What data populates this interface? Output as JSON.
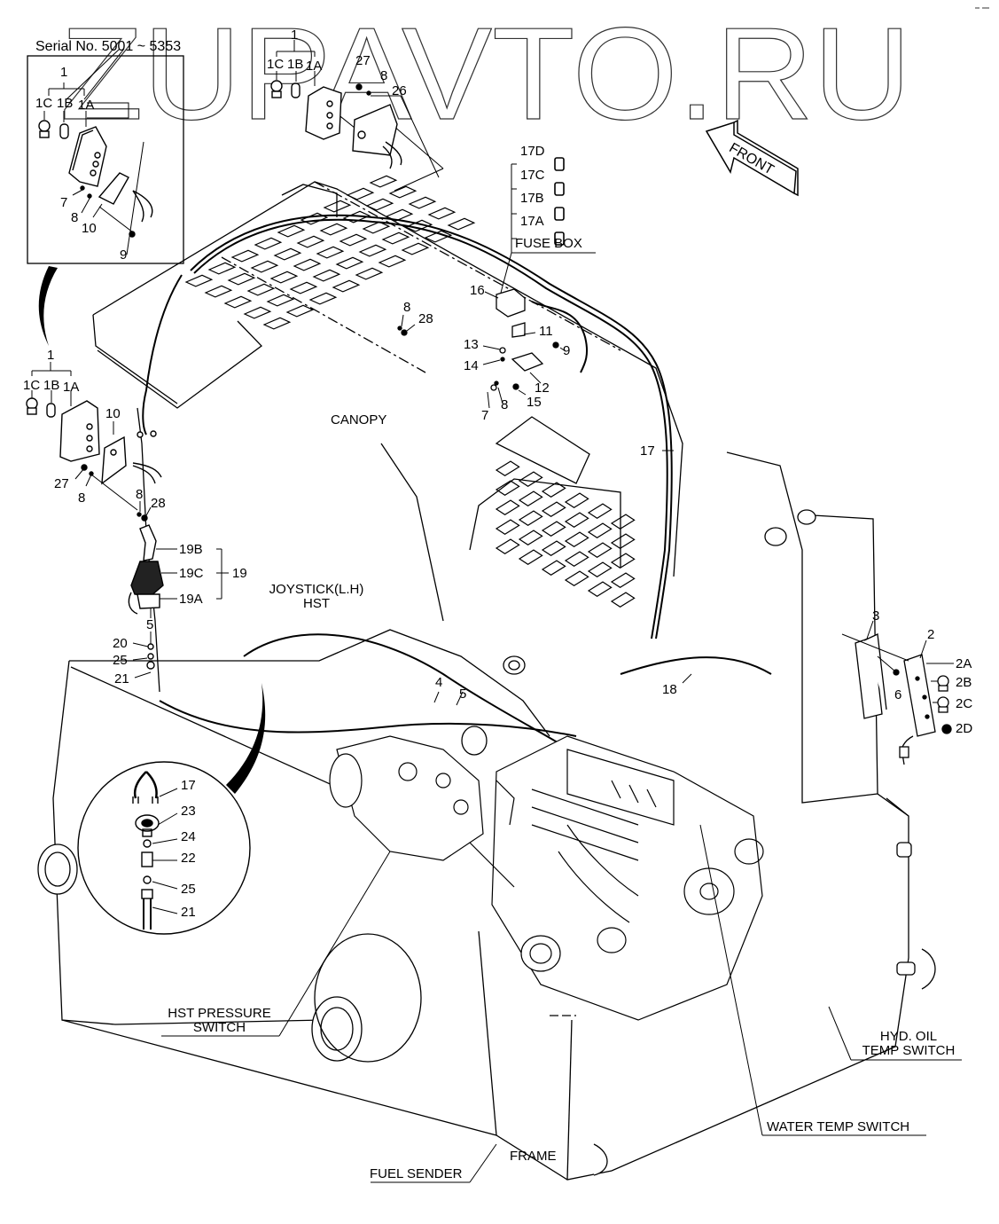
{
  "watermark": "ZUPAVTO.RU",
  "serial_note": "Serial No. 5001 ~ 5353",
  "direction_arrow": "FRONT",
  "section_labels": {
    "canopy": "CANOPY",
    "fuse_box": "FUSE BOX",
    "joystick_line1": "JOYSTICK(L.H)",
    "joystick_line2": "HST",
    "frame": "FRAME",
    "hst_pressure_line1": "HST PRESSURE",
    "hst_pressure_line2": "SWITCH",
    "hyd_oil_line1": "HYD. OIL",
    "hyd_oil_line2": "TEMP SWITCH",
    "water_temp": "WATER TEMP SWITCH",
    "fuel_sender": "FUEL SENDER"
  },
  "inset_lamp": {
    "parts": [
      "1",
      "1C",
      "1B",
      "1A",
      "7",
      "8",
      "10",
      "9"
    ]
  },
  "rear_lamp_top": {
    "parts": [
      "1",
      "1C",
      "1B",
      "1A",
      "27",
      "8",
      "26"
    ]
  },
  "fuse_box_parts": [
    "17D",
    "17C",
    "17B",
    "17A"
  ],
  "relay_group": {
    "parts": [
      "16",
      "13",
      "11",
      "9",
      "14",
      "12",
      "7",
      "8",
      "15",
      "8",
      "28"
    ]
  },
  "left_lamp": {
    "parts": [
      "1",
      "1C",
      "1B",
      "1A",
      "10",
      "27",
      "8",
      "8",
      "28"
    ]
  },
  "joystick": {
    "parts": [
      "19B",
      "19C",
      "19A",
      "19",
      "5",
      "20",
      "25",
      "21"
    ]
  },
  "pressure_detail": {
    "parts": [
      "17",
      "23",
      "24",
      "22",
      "25",
      "21"
    ]
  },
  "right_lamp": {
    "parts": [
      "3",
      "2",
      "2A",
      "2B",
      "6",
      "2C",
      "2D"
    ]
  },
  "misc_parts": [
    "17",
    "4",
    "5",
    "18"
  ],
  "colors": {
    "line": "#000000",
    "watermark_stroke": "#333333",
    "background": "#ffffff"
  }
}
